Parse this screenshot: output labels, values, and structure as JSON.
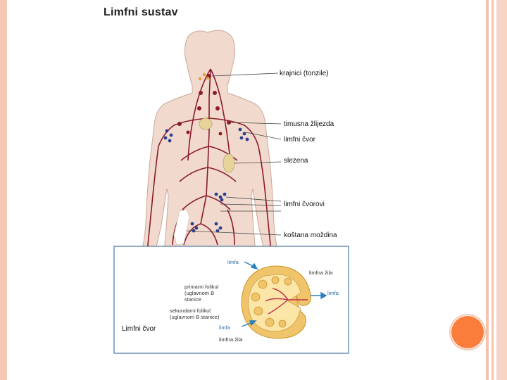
{
  "title": "Limfni sustav",
  "labels": {
    "tonsils": "krajnici (tonzile)",
    "thymus": "timusna žlijezda",
    "lymph_node": "limfni čvor",
    "spleen": "slezena",
    "lymph_nodes": "limfni čvorovi",
    "bone_marrow": "koštana moždina"
  },
  "inset": {
    "title": "Limfni čvor",
    "limfa_top": "limfa",
    "limfna_zila_top": "limfna žila",
    "limfa_right": "limfa",
    "primary_follicle": [
      "primarni folikul",
      "(uglavnom B",
      "stanice"
    ],
    "secondary_follicle": [
      "sekundarni folikul",
      "(uglavnom B stanice)"
    ],
    "limfa_bottom": "limfa",
    "limfna_zila_bottom": "limfna žila"
  },
  "colors": {
    "accent": "#fb7d3b",
    "frame": "#f6c7b4",
    "skin": "#f1dacd",
    "vessel": "#8b1a2b",
    "node_blue": "#2c3f8f",
    "inset_border": "#4a78a8"
  }
}
